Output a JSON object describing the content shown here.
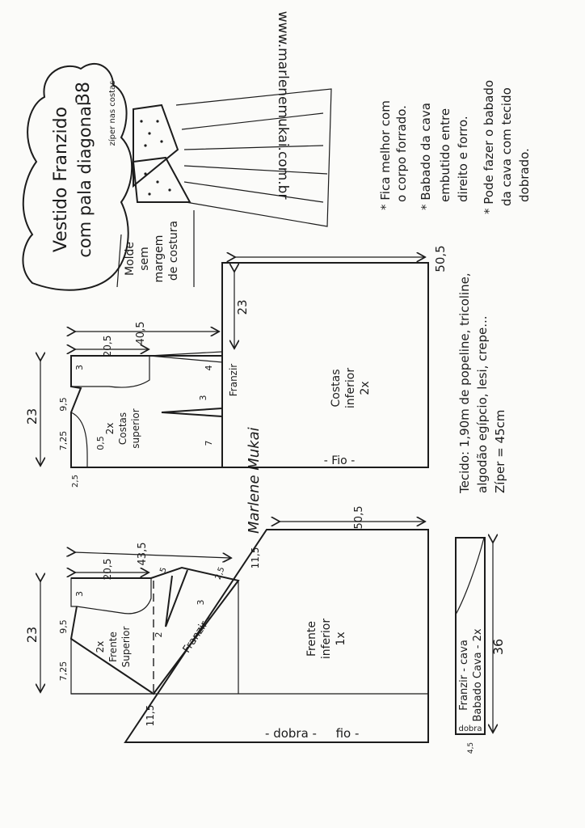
{
  "title": {
    "line1": "Vestido Franzido",
    "line2": "com pala diagonal",
    "size": "38"
  },
  "website": "www.marlenemukai.com.br",
  "sketch_labels": {
    "zipper": "zíper nas costas"
  },
  "note_molde": [
    "Molde",
    "sem",
    "margem",
    "de costura"
  ],
  "notes": [
    "* Fica melhor com",
    "o corpo forrado.",
    "* Babado da cava",
    "embutido entre",
    "direito e forro.",
    "* Pode fazer o babado",
    "da cava com tecido",
    "dobrado."
  ],
  "fabric": {
    "line1": "Tecido: 1,90m de popeline, tricoline,",
    "line2": "algodão egípcio, lesi, crepe...",
    "line3": "Zíper = 45cm"
  },
  "signature": "Marlene Mukai",
  "pieces": {
    "costas_inferior": {
      "name": "Costas",
      "name2": "inferior",
      "qty": "2x",
      "width": "50,5",
      "height": "23",
      "grain": "- Fio -",
      "gather": "Franzir"
    },
    "costas_superior": {
      "qty": "2x",
      "name": "Costas",
      "name2": "superior",
      "total_h": "23",
      "total_w": "40,5",
      "w1": "20,5",
      "d1": "3",
      "d2": "9,5",
      "d3": "7,25",
      "d4": "0,5",
      "d5": "2,5",
      "dart": "3",
      "dart_pos": "7",
      "side": "4"
    },
    "frente_inferior": {
      "name": "Frente",
      "name2": "inferior",
      "qty": "1x",
      "width": "50,5",
      "diag_top": "11,5",
      "diag_bottom": "11,5",
      "gather": "- Franzir -",
      "fold": "- dobra -",
      "grain": "fio -"
    },
    "frente_superior": {
      "qty": "2x",
      "name": "Frente",
      "name2": "Superior",
      "total_h": "23",
      "total_w": "43,5",
      "w1": "20,5",
      "d1": "3",
      "d2": "9,5",
      "d3": "7,25",
      "d4": "5",
      "d5": "2,5",
      "dart": "3",
      "dart_pos": "2"
    },
    "babado_cava": {
      "name": "Babado Cava - 2x",
      "gather": "Franzir - cava",
      "length": "36",
      "fold": "dobra",
      "width": "4,5"
    }
  }
}
